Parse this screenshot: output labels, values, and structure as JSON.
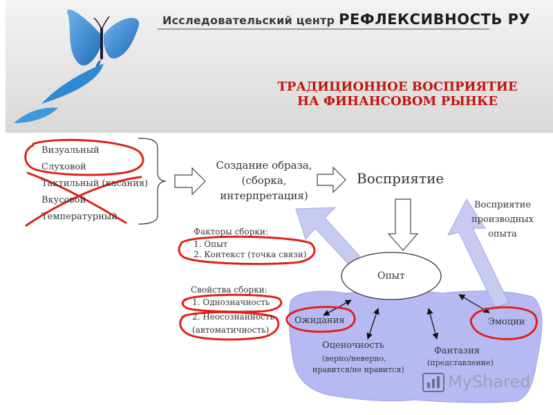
{
  "header": {
    "org_name": "Исследовательский центр",
    "org_brand": "РЕФЛЕКСИВНОСТЬ РУ"
  },
  "title": {
    "line1": "ТРАДИЦИОННОЕ ВОСПРИЯТИЕ",
    "line2": "НА ФИНАНСОВОМ РЫНКЕ"
  },
  "senses": [
    "Визуальный",
    "Слуховой",
    "Тактильный (касания)",
    "Вкусовой",
    "Температурный"
  ],
  "assembly": {
    "line1": "Создание образа,",
    "line2": "(сборка,",
    "line3": "интерпретация)"
  },
  "perception": "Восприятие",
  "perception_from_experience": {
    "line1": "Восприятие",
    "line2": "производных",
    "line3": "опыта"
  },
  "assembly_factors": {
    "title": "Факторы сборки:",
    "items": [
      "1. Опыт",
      "2. Контекст (точка связи)"
    ]
  },
  "assembly_properties": {
    "title": "Свойства сборки:",
    "items": [
      "1. Однозначность",
      "2. Неосознанность",
      "(автоматичность)"
    ]
  },
  "experience": "Опыт",
  "components": {
    "expectations": "Ожидания",
    "evaluation": "Оценочность",
    "evaluation_note1": "(верно/неверно,",
    "evaluation_note2": "нравится/не нравится)",
    "fantasy": "Фантазия",
    "fantasy_note": "(представление)",
    "emotions": "Эмоции"
  },
  "watermark": "MyShared",
  "colors": {
    "title": "#c2140e",
    "annotation_red": "#e0201a",
    "cloud_fill": "#b7b9f2",
    "big_arrow_fill": "#c8caf0",
    "butterfly_blue": "#2e7fc8"
  }
}
